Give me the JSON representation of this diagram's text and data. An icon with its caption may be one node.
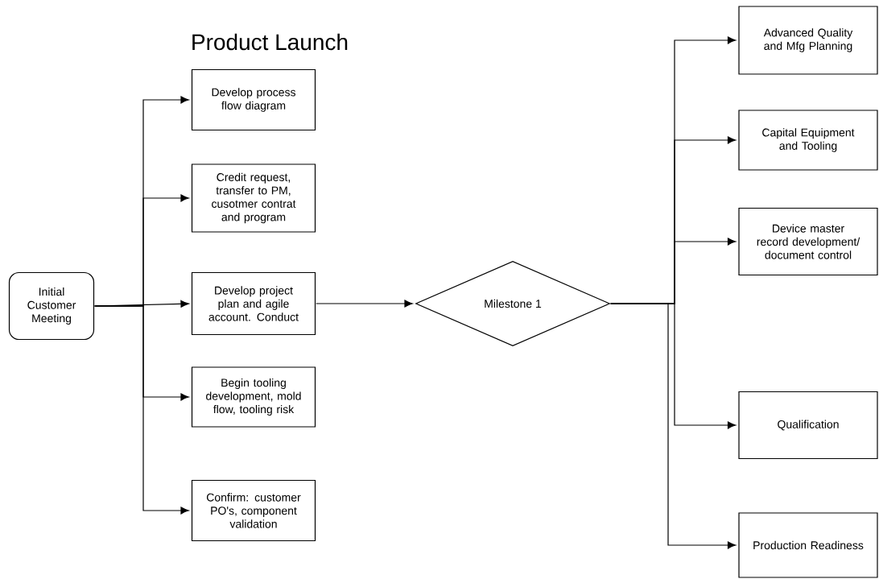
{
  "diagram": {
    "title": "Product Launch",
    "nodes": [
      {
        "text": [
          "Initial Customer Meeting"
        ]
      },
      {
        "text": [
          "Develop process flow diagram"
        ]
      },
      {
        "text": [
          "Credit request, transfer to PM, cusotmer contrat and program"
        ]
      },
      {
        "text": [
          "Develop project plan and agile account. Conduct"
        ]
      },
      {
        "text": [
          "Begin tooling development, mold flow, tooling risk"
        ]
      },
      {
        "text": [
          "Confirm: customer PO's, component validation"
        ]
      },
      {
        "text": [
          "Milestone 1"
        ]
      },
      {
        "text": [
          "Advanced Quality and Mfg Planning"
        ]
      },
      {
        "text": [
          "Capital Equipment and Tooling"
        ]
      },
      {
        "text": [
          "Device master record development/ document control"
        ]
      },
      {
        "text": [
          "Qualification"
        ]
      },
      {
        "text": [
          "Production Readiness"
        ]
      }
    ],
    "edges": [
      {
        "from": 0,
        "to": 1,
        "arrow": "to"
      },
      {
        "from": 0,
        "to": 2,
        "arrow": "to"
      },
      {
        "from": 0,
        "to": 3,
        "arrow": "to"
      },
      {
        "from": 0,
        "to": 4,
        "arrow": "to"
      },
      {
        "from": 0,
        "to": 5,
        "arrow": "to"
      },
      {
        "from": 3,
        "to": 6,
        "arrow": "to"
      },
      {
        "from": 6,
        "to": 7,
        "arrow": "to"
      },
      {
        "from": 6,
        "to": 8,
        "arrow": "to"
      },
      {
        "from": 6,
        "to": 9,
        "arrow": "to"
      },
      {
        "from": 6,
        "to": 10,
        "arrow": "to"
      },
      {
        "from": 6,
        "to": 11,
        "arrow": "to"
      }
    ]
  }
}
